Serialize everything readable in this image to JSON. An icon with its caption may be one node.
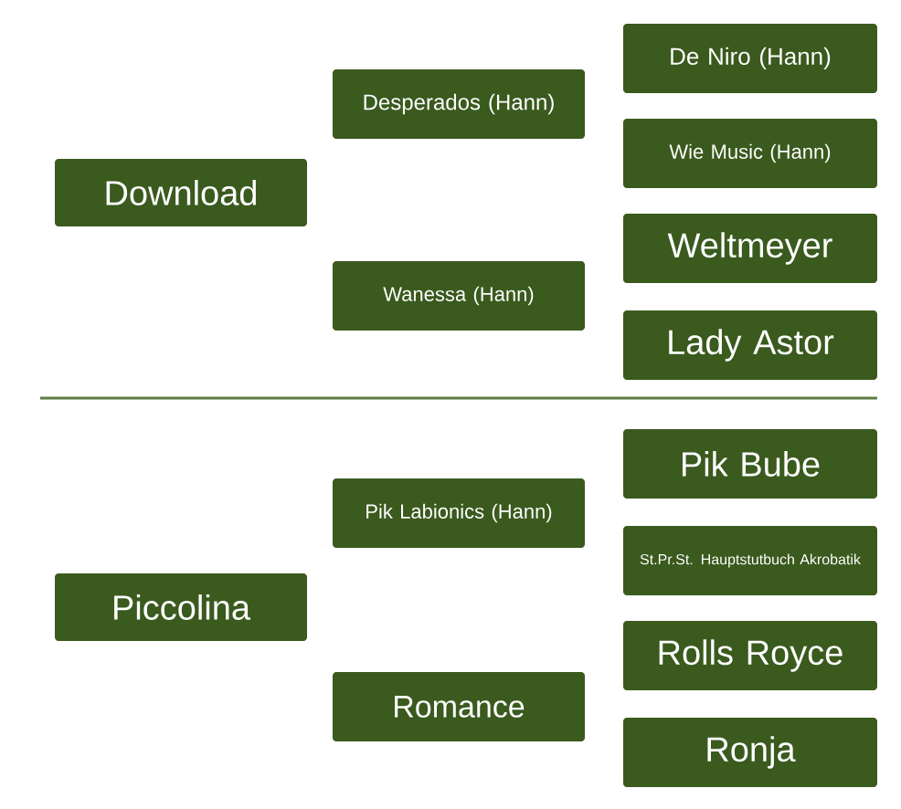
{
  "diagram": {
    "nodes": [
      {
        "text": [
          "Download"
        ]
      },
      {
        "text": [
          "Desperados (Hann)"
        ]
      },
      {
        "text": [
          "Wanessa (Hann)"
        ]
      },
      {
        "text": [
          "De Niro (Hann)"
        ]
      },
      {
        "text": [
          "Wie Music (Hann)"
        ]
      },
      {
        "text": [
          "Weltmeyer"
        ]
      },
      {
        "text": [
          "Lady Astor"
        ]
      },
      {
        "text": [
          "Piccolina"
        ]
      },
      {
        "text": [
          "Pik Labionics (Hann)"
        ]
      },
      {
        "text": [
          "Romance"
        ]
      },
      {
        "text": [
          "Pik Bube"
        ]
      },
      {
        "text": [
          "St.Pr.St. Hauptstutbuch Akrobatik"
        ]
      },
      {
        "text": [
          "Rolls Royce"
        ]
      },
      {
        "text": [
          "Ronja"
        ]
      }
    ]
  }
}
